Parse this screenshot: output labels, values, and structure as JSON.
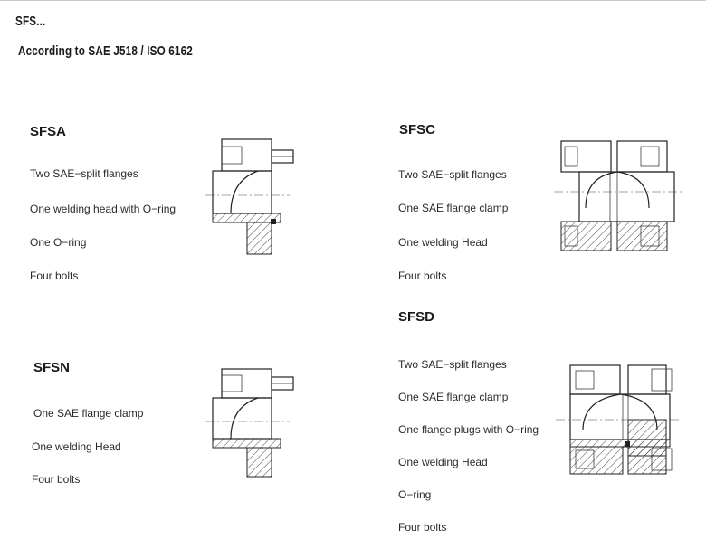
{
  "header": {
    "title": "SFS...",
    "subtitle": "According to SAE J518 / ISO 6162"
  },
  "sections": {
    "sfsa": {
      "title": "SFSA",
      "items": [
        "Two SAE−split flanges",
        "One welding head with O−ring",
        "One O−ring",
        "Four bolts"
      ]
    },
    "sfsc": {
      "title": "SFSC",
      "items": [
        "Two SAE−split flanges",
        "One SAE flange clamp",
        "One welding Head",
        "Four bolts"
      ]
    },
    "sfsn": {
      "title": "SFSN",
      "items": [
        "One SAE flange clamp",
        "One welding Head",
        "Four bolts"
      ]
    },
    "sfsd": {
      "title": "SFSD",
      "items": [
        "Two SAE−split flanges",
        "One SAE flange clamp",
        "One flange plugs with O−ring",
        "One welding Head",
        "O−ring",
        "Four bolts"
      ]
    }
  }
}
